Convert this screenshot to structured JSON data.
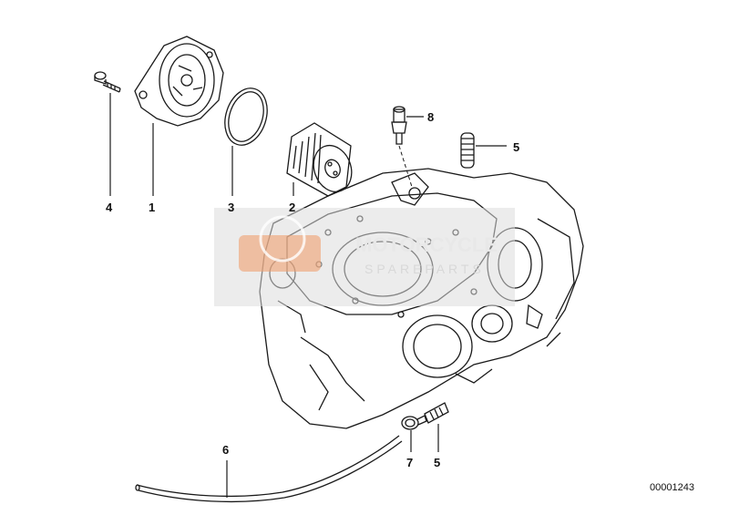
{
  "diagram": {
    "reference_number": "00001243",
    "callouts": [
      {
        "id": "c4",
        "label": "4"
      },
      {
        "id": "c1",
        "label": "1"
      },
      {
        "id": "c3",
        "label": "3"
      },
      {
        "id": "c2",
        "label": "2"
      },
      {
        "id": "c8",
        "label": "8"
      },
      {
        "id": "c5a",
        "label": "5"
      },
      {
        "id": "c6",
        "label": "6"
      },
      {
        "id": "c7",
        "label": "7"
      },
      {
        "id": "c5b",
        "label": "5"
      }
    ],
    "parts": [
      "bolt",
      "oil-filter-cover",
      "o-ring",
      "oil-filter",
      "oil-pressure-switch",
      "spring",
      "hose",
      "hose-clamp",
      "spring-lower",
      "crankcase"
    ]
  },
  "watermark": {
    "text": "MOTORCYCLE",
    "subtext": "SPAREPARTS"
  },
  "colors": {
    "line": "#1a1a1a",
    "watermark_bg": "#dcdcdc",
    "watermark_accent": "#f0a070"
  }
}
